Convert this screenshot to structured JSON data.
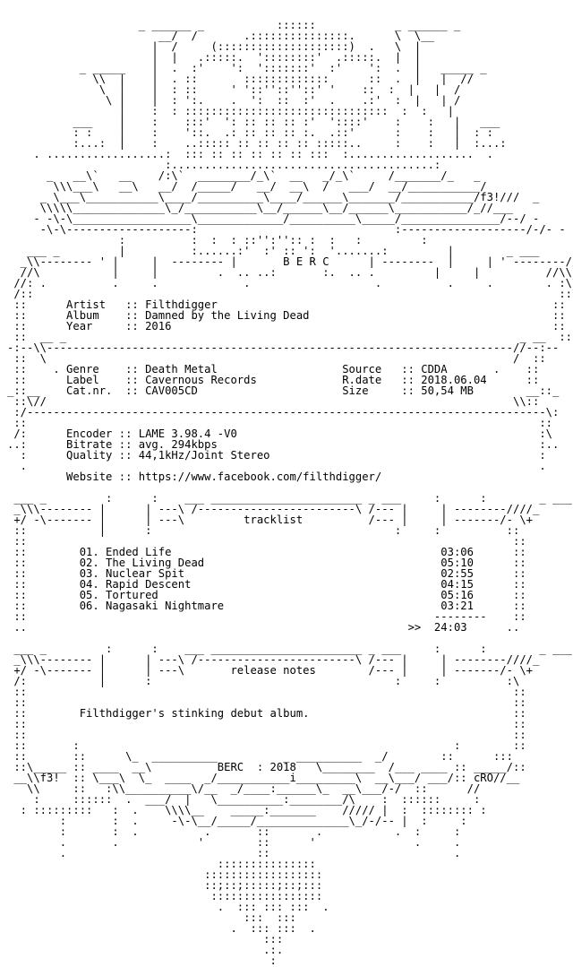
{
  "nfo": {
    "lines": [
      "                    _ ______ _           ::::::            _ ______ _",
      "                       __/  /       .:::::::::::::::.      \\  \\__",
      "                      |  /     (::::::::::::::::::::)  .   \\  |",
      "                      |  |   .:::::.  '::::::::'  .:::::.  |  |",
      "           _ _____    |  .  :'    ':  ':::::::'  :'    ':  .  |   _____ _",
      "             \\\\  |    |  . ::       :::::::::::::      ::  .  |   |  //",
      "              \\  |    |  : ::     ' '::''::''::' '    ::  :  |   |  /",
      "               \\ |    |  : ':.    .  ':  ::  :'  .    .:'  :  |   | /",
      "                 |    :  : :::::::::::::::::::::::::::::::  :  :   |",
      "          ___    |    :    :::'  ': :: :: :: :'  '::::'    :    :   |   ___",
      "          : :    |    :    '::.  .: :: :: :: :.  .::'      :    :   |  : :",
      "          :...:  |    :    ..::::: :: :: :: :: :::::..     :    :   |  :...:",
      "    . ..................:  ::: :: :: :: :: :: :::  :...................  .",
      "                        :........................................:",
      "      _   __\\`   __    /:\\`  ________/_\\`  __   _/_\\`     /_______/_   _",
      "       \\\\\\___\\   __\\   __/  /_____/   __/  __\\  /   ___/  __/___________/",
      "     _ \\___\\___________\\____/__________\\____/______\\_______/___________/f3!///  _",
      "     \\\\\\\\\\______________\\_/___________\\__/______\\__/______\\___________/_//___",
      "    - -\\-\\__________________\\_____________/__________\\_____/_______________/--/ -",
      "     -\\-\\-------------------:                              :-------------------/-/- -",
      "                 :          :  :  : ::'':'':: :  :   :         :",
      "   ___ _         |          :......:'  :' :: ':  '.......:         |        _ ___",
      "  _\\\\-------- ' |     |  -------- |       B E R C      | --------  |     | ' --------//_",
      "  //\\           |     |         .  .. ..:       :.  .. .         |     |          //\\\\",
      " //: .          .     .             .                   .          .     .        . :\\\\",
      " /::                                                                                ::\\",
      " ::      Artist   :: Filthdigger                                                   ::",
      " ::      Album    :: Damned by the Living Dead                                     ::",
      " ::      Year     :: 2016                                                          ::",
      " ::  __ _                                                                     _ __  ::",
      "-:--\\\\-----------------------------------------------------------------------//--:--",
      " ::  \\                                                                       /  ::",
      " ::    . Genre    :: Death Metal                   Source   :: CDDA       .    ::",
      " ::      Label    :: Cavernous Records             R.date   :: 2018.06.04      ::",
      "_::__    Cat.nr.  :: CAV005CD                      Size     :: 50,54 MB        __::_",
      " ::\\//                                                                       \\\\::",
      " :/-------------------------------------------------------------------------------\\:",
      " ::                                                                              ::",
      " /:      Encoder :: LAME 3.98.4 -V0                                              :\\",
      "..:      Bitrate :: avg. 294kbps                                                 :..",
      "  :      Quality :: 44,1kHz/Joint Stereo                                         :",
      "  .                                                                              .",
      "         Website :: https://www.facebook.com/filthdigger/",
      "",
      " ___ _         :      :    ___ _______________________ _ ___     :      :        _ ___",
      " _\\\\\\-------- |      | ---\\ /------------------------\\ /--- |     | --------////_",
      " +/ -\\------- |      | ---\\         tracklist          /--- |     | -------/- \\+",
      " ::           |      :                                     :     :          ::",
      " ::                                                                          ::",
      " ::        01. Ended Life                                         03:06      ::",
      " ::        02. The Living Dead                                    05:10      ::",
      " ::        03. Nuclear Spit                                       02:55      ::",
      " ::        04. Rapid Descent                                      04:15      ::",
      " ::        05. Tortured                                           05:16      ::",
      " ::        06. Nagasaki Nightmare                                 03:21      ::",
      " ::                                                              --------    ::",
      " ..                                                          >>  24:03      ..",
      "",
      " ___ _         :      :    ___ _______________________ _ ___     :      :        _ ___",
      " _\\\\\\-------- |      | ---\\ /------------------------\\ /--- |     | --------////_",
      " +/ -\\------- |      | ---\\       release notes        /--- |     | -------/- \\+",
      " /:           |      :                                     :     :          :\\",
      " ::                                                                          ::",
      " ::                                                                          ::",
      " ::        Filthdigger's stinking debut album.                               ::",
      " ::                                                                          ::",
      " ::                                                                          ::",
      " ::       :                                                         :        ::",
      " ::       ::      \\_  __________          _ __________  _/        ::      :::",
      " ::\\_____ :: ____  __\\          BERC  : 2018   \\________  /___ ____ :: _____/::",
      " __\\\\f3!  :: \\___\\  \\_  ____  _/___________i_________\\  __\\___/ ___/:: cRO//__",
      "   \\\\     ::   :\\\\__________\\/__  _/____:______\\_  __\\___/-/  ::      //",
      "    :     ::::::  .  ___/  |   \\__________:________/\\    :  ::::::     :",
      "  : :::::::::   :  .    \\\\\\\\__    _____:_______    ///// |  :  :::::::: :",
      "        :       :  .     -\\-\\__/_____/______________\\_/-/-- |  :     :",
      "        :       :  .          .       ::       .           .  :     :",
      "        .       .            '        ::      '               .     .",
      "        .                             ::                            .",
      "                                :::::::::::::::",
      "                              ::::::::::::::::::",
      "                              ::;::;:::::;::;:::",
      "                               :::::::::::::::::",
      "                                .  ::: ::: :::  .",
      "                                    :::  :::",
      "                                  .  ::: :::  .",
      "                                       :::",
      "                                       .:.",
      "                                        :"
    ]
  }
}
